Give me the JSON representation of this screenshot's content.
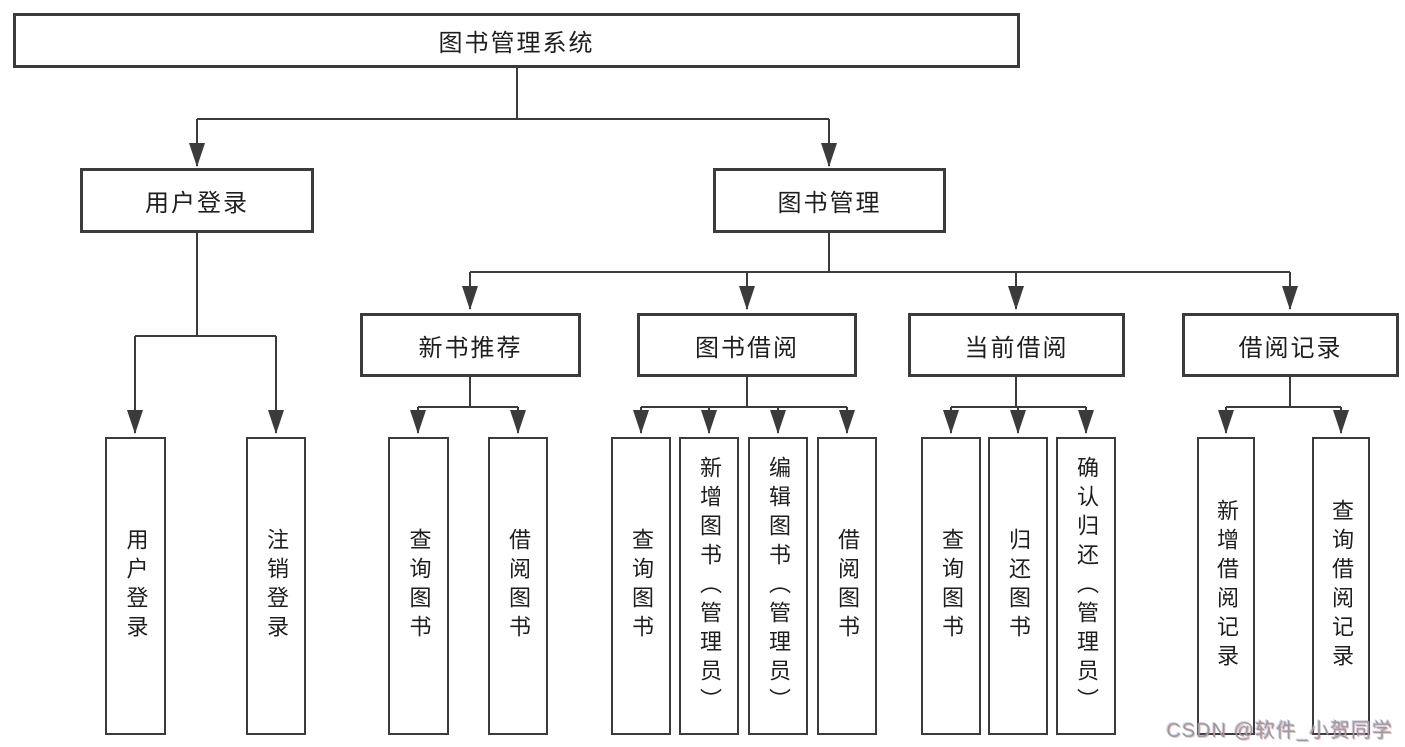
{
  "diagram": {
    "title": "图书管理系统",
    "nodes": {
      "root": {
        "label": "图书管理系统"
      },
      "login": {
        "label": "用户登录"
      },
      "bookmgmt": {
        "label": "图书管理"
      },
      "newbook": {
        "label": "新书推荐"
      },
      "bookborrow": {
        "label": "图书借阅"
      },
      "currentborrow": {
        "label": "当前借阅"
      },
      "borrowrecord": {
        "label": "借阅记录"
      },
      "user_login": {
        "label": "用户登录"
      },
      "logout": {
        "label": "注销登录"
      },
      "new_query": {
        "label": "查询图书"
      },
      "new_borrow": {
        "label": "借阅图书"
      },
      "bb_query": {
        "label": "查询图书"
      },
      "bb_add": {
        "label": "新增图书（管理员）"
      },
      "bb_edit": {
        "label": "编辑图书（管理员）"
      },
      "bb_borrow": {
        "label": "借阅图书"
      },
      "cb_query": {
        "label": "查询图书"
      },
      "cb_return": {
        "label": "归还图书"
      },
      "cb_confirm": {
        "label": "确认归还（管理员）"
      },
      "br_add": {
        "label": "新增借阅记录"
      },
      "br_query": {
        "label": "查询借阅记录"
      }
    },
    "hierarchy": {
      "root": [
        "login",
        "bookmgmt"
      ],
      "login": [
        "user_login",
        "logout"
      ],
      "bookmgmt": [
        "newbook",
        "bookborrow",
        "currentborrow",
        "borrowrecord"
      ],
      "newbook": [
        "new_query",
        "new_borrow"
      ],
      "bookborrow": [
        "bb_query",
        "bb_add",
        "bb_edit",
        "bb_borrow"
      ],
      "currentborrow": [
        "cb_query",
        "cb_return",
        "cb_confirm"
      ],
      "borrowrecord": [
        "br_add",
        "br_query"
      ]
    }
  },
  "watermark": {
    "text": "CSDN @软件_小贺同学"
  },
  "colors": {
    "line": "#3b3b3b",
    "box_border": "#3b3b3b",
    "box_bg": "#ffffff",
    "text": "#1e1e1e",
    "watermark": "#9b9b9b",
    "background": "#ffffff"
  }
}
